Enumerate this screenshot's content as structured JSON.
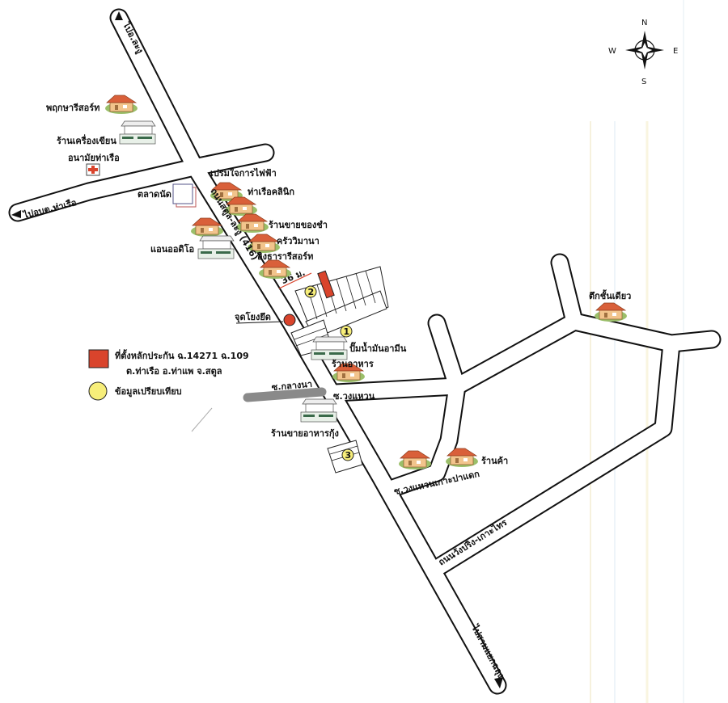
{
  "compass": {
    "n": "N",
    "s": "S",
    "e": "E",
    "w": "W"
  },
  "roads": {
    "top_direction": "ไปอ.ละงู",
    "main_road": "ถนนสตูล-ละงู (416)",
    "left_direction": "ไปอบต.ท่าเรือ",
    "soi_klangna": "ซ.กลางนา",
    "soi_wongwaen": "ซ.วงแหวน",
    "soi_wongwaen_koh": "ซ.วงแหวนเกาะปาแดก",
    "wangpring_road": "ถนนวังปริง-เกาะไทร",
    "bottom_direction": "ไปสามแยกฉลุง"
  },
  "places": {
    "resort1": "พฤกษารีสอร์ท",
    "stationery": "ร้านเครื่องเขียน",
    "health_center": "อนามัยท่าเรือ",
    "market": "ตลาดนัด",
    "premjai": "เปรมใจการไฟฟ้า",
    "clinic": "ท่าเรือคลินิก",
    "grocery": "ร้านขายของชำ",
    "kitchen": "ครัววิมานา",
    "resort2": "อิงธารารีสอร์ท",
    "audio": "แอนออดิโอ",
    "gas_station": "ปั๊มน้ำมันอามีน",
    "restaurant": "ร้านอาหาร",
    "shrimp_shop": "ร้านขายอาหารกุ้ง",
    "shop": "ร้านค้า",
    "single_building": "ตึกชั้นเดียว"
  },
  "annotations": {
    "distance": "36 ม.",
    "tie_point": "จุดโยงยึด",
    "comp1": "1",
    "comp2": "2",
    "comp3": "3"
  },
  "legend": {
    "collateral_line1": "ที่ตั้งหลักประกัน ฉ.14271 ฉ.109",
    "collateral_line2": "ต.ท่าเรือ อ.ท่าแพ จ.สตูล",
    "comparison": "ข้อมูลเปรียบเทียบ"
  },
  "colors": {
    "collateral": "#d9442c",
    "comparison": "#f7ee7a",
    "road": "#111111",
    "soi_klangna": "#8a8a8a"
  }
}
